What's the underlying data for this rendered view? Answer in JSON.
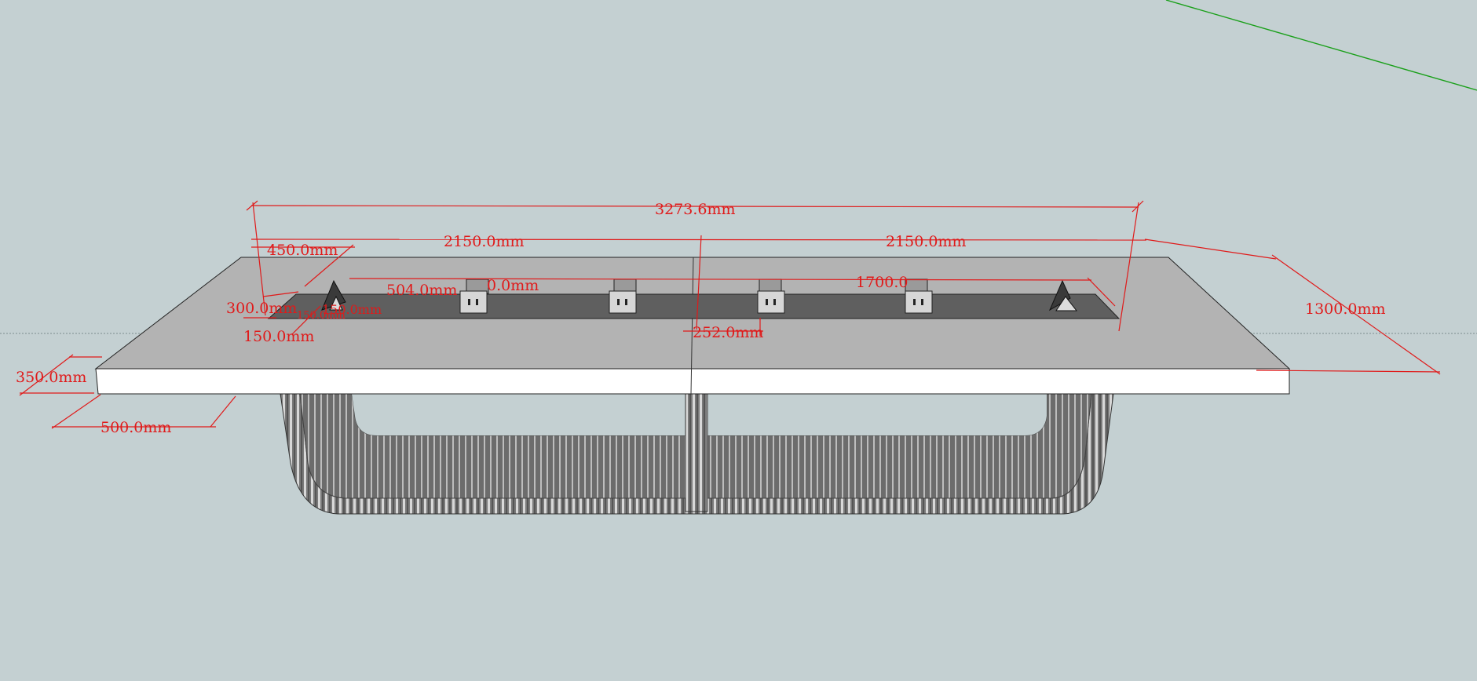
{
  "scene": {
    "background": "#c4d0d2",
    "dimension_color": "#e01a1a",
    "axis_color": "#1aa01a",
    "tabletop_color": "#b3b3b3",
    "edge_color": "#ffffff",
    "channel_color": "#5f5f5f"
  },
  "dimensions": {
    "total_length": "3273.6mm",
    "left_half_length": "2150.0mm",
    "right_half_length": "2150.0mm",
    "depth": "1300.0mm",
    "left_offset": "450.0mm",
    "outlet_spacing_partial": "504.0mm",
    "socket_span_partial": "0.0mm",
    "socket_span_right": "1700.0",
    "channel_width": "300.0mm",
    "small_a": "150.0mm",
    "small_b": "150.0mm",
    "small_c": "150.0mm",
    "center_offset": "252.0mm",
    "thickness": "350.0mm",
    "leg_inset": "500.0mm"
  }
}
